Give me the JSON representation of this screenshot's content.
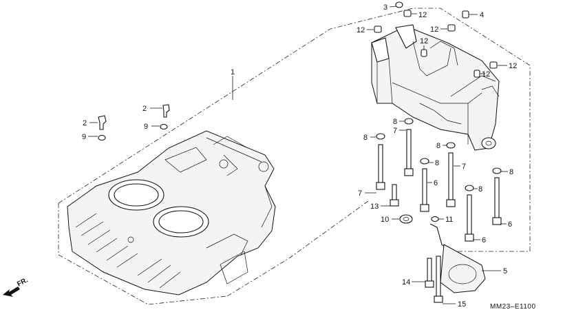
{
  "labels": {
    "l1": "1",
    "l2a": "2",
    "l2b": "2",
    "l3": "3",
    "l4": "4",
    "l5": "5",
    "l6a": "6",
    "l6b": "6",
    "l6c": "6",
    "l7a": "7",
    "l7b": "7",
    "l7c": "7",
    "l8a": "8",
    "l8b": "8",
    "l8c": "8",
    "l8d": "8",
    "l8e": "8",
    "l8f": "8",
    "l9a": "9",
    "l9b": "9",
    "l10": "10",
    "l11": "11",
    "l12a": "12",
    "l12b": "12",
    "l12c": "12",
    "l12d": "12",
    "l12e": "12",
    "l12f": "12",
    "l13": "13",
    "l14": "14",
    "l15": "15"
  },
  "direction_label": "FR.",
  "diagram_code": "MM23–E1100"
}
